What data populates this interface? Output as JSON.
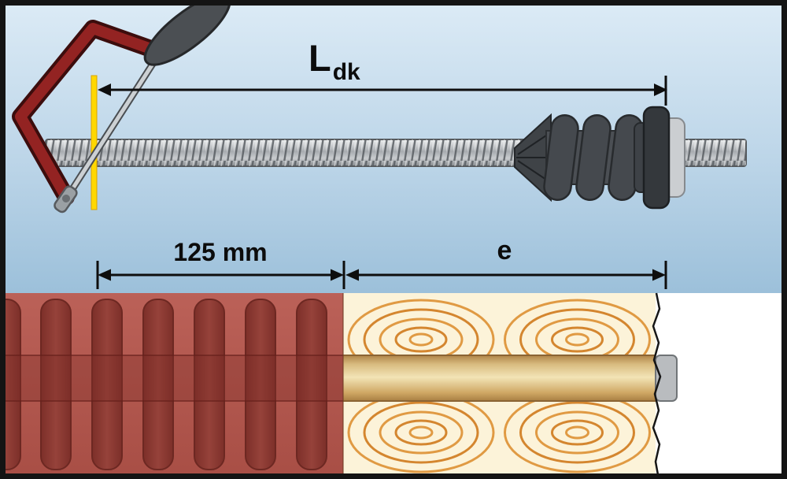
{
  "diagram": {
    "name": "threaded-rod-cut-length-with-insulation-anchor",
    "labels": {
      "length_symbol": "L",
      "length_subscript": "dk",
      "left_depth": "125 mm",
      "right_depth": "e"
    },
    "colors": {
      "sky": "#b9d3e7",
      "brick": "#b2564d",
      "brick_slot": "#8d3b33",
      "insulation": "#fcf3d9",
      "insulation_pattern": "#e09a43",
      "bore": "#e9d49c",
      "cut_mark": "#ffd800",
      "saw_frame": "#932322",
      "anchor": "#4b4f54",
      "dimension": "#0e0e0e"
    }
  }
}
